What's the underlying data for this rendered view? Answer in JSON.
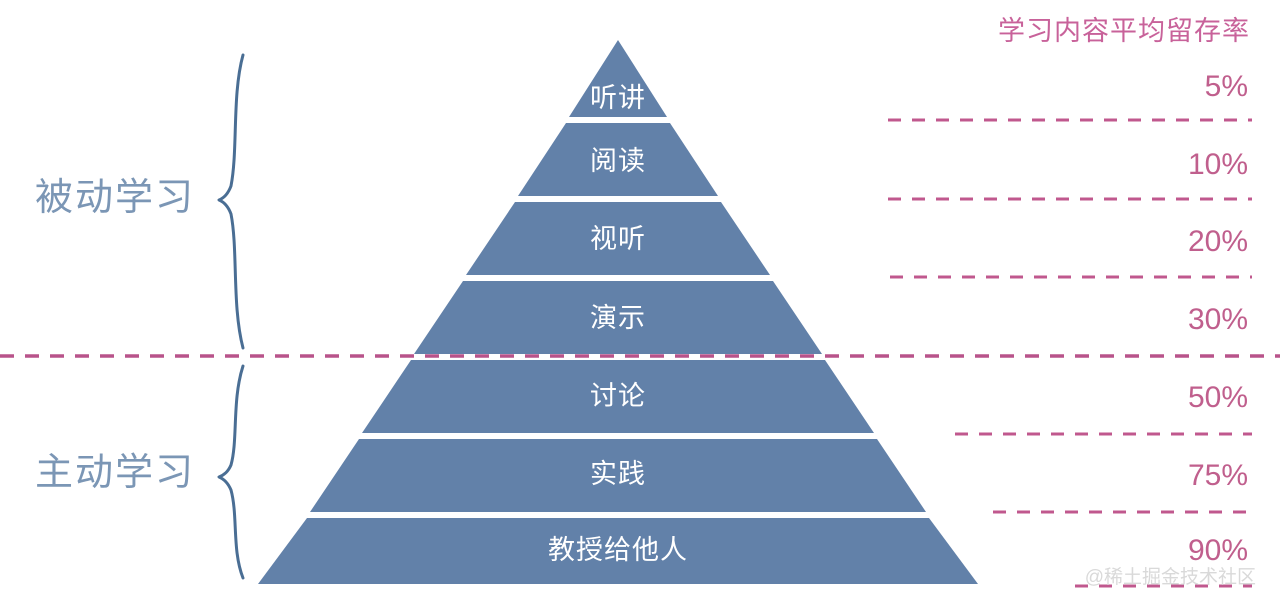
{
  "background_color": "#ffffff",
  "colors": {
    "pyramid_fill": "#6281a9",
    "pyramid_text": "#ffffff",
    "side_label": "#7b96b5",
    "brace": "#4a6e94",
    "accent_pink": "#b8538a",
    "percent_text": "#c05f8d",
    "column_title": "#c8629a",
    "watermark": "#d9d9d9"
  },
  "right_column": {
    "title": "学习内容平均留存率"
  },
  "left_groups": [
    {
      "label": "被动学习",
      "name": "passive-learning"
    },
    {
      "label": "主动学习",
      "name": "active-learning"
    }
  ],
  "chart_data": {
    "type": "pyramid",
    "title": "学习内容平均留存率",
    "categories": [
      "听讲",
      "阅读",
      "视听",
      "演示",
      "讨论",
      "实践",
      "教授给他人"
    ],
    "values": [
      5,
      10,
      20,
      30,
      50,
      75,
      90
    ],
    "value_labels": [
      "5%",
      "10%",
      "20%",
      "30%",
      "50%",
      "75%",
      "90%"
    ],
    "ylabel": "留存率",
    "groups": [
      {
        "label": "被动学习",
        "levels": [
          "听讲",
          "阅读",
          "视听",
          "演示"
        ]
      },
      {
        "label": "主动学习",
        "levels": [
          "讨论",
          "实践",
          "教授给他人"
        ]
      }
    ]
  },
  "levels": [
    {
      "label": "听讲",
      "percent": "5%",
      "name": "level-listening"
    },
    {
      "label": "阅读",
      "percent": "10%",
      "name": "level-reading"
    },
    {
      "label": "视听",
      "percent": "20%",
      "name": "level-audiovisual"
    },
    {
      "label": "演示",
      "percent": "30%",
      "name": "level-demonstration"
    },
    {
      "label": "讨论",
      "percent": "50%",
      "name": "level-discussion"
    },
    {
      "label": "实践",
      "percent": "75%",
      "name": "level-practice"
    },
    {
      "label": "教授给他人",
      "percent": "90%",
      "name": "level-teaching-others"
    }
  ],
  "watermark": {
    "text": "@稀土掘金技术社区"
  }
}
